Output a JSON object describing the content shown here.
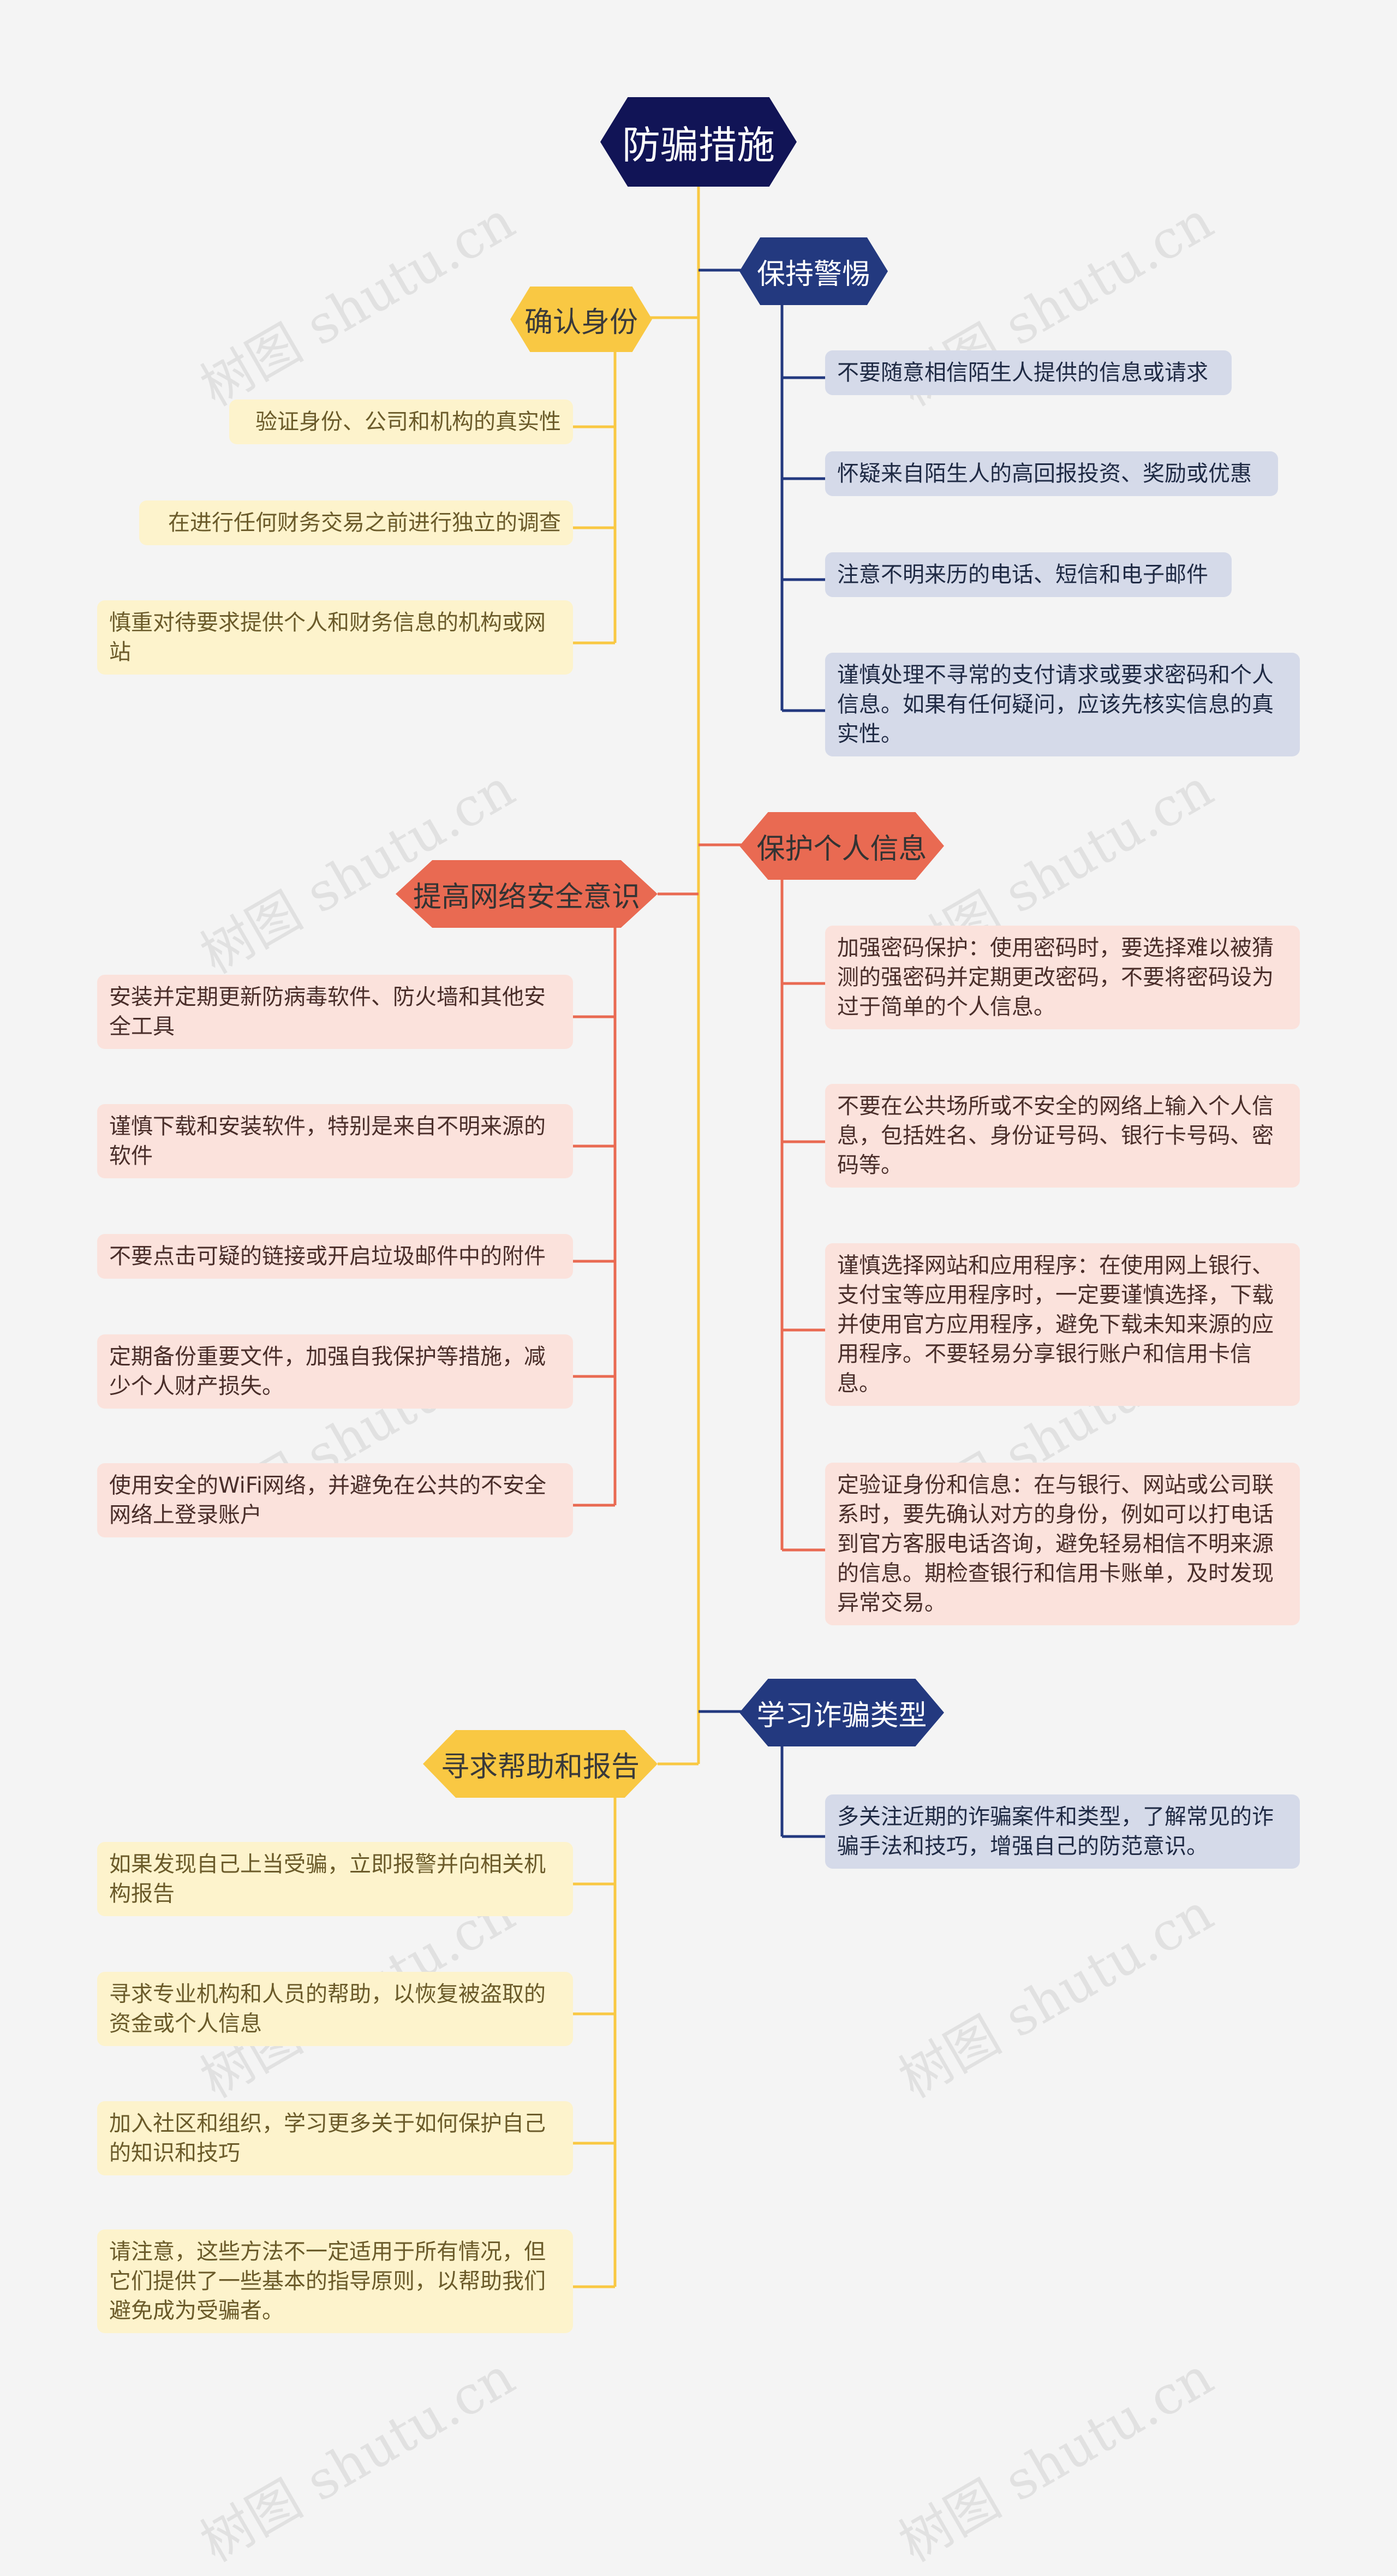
{
  "root": {
    "label": "防骗措施"
  },
  "branches": [
    {
      "label": "确认身份",
      "color": "yellow",
      "items": [
        "验证身份、公司和机构的真实性",
        "在进行任何财务交易之前进行独立的调查",
        "慎重对待要求提供个人和财务信息的机构或网站"
      ]
    },
    {
      "label": "保持警惕",
      "color": "navy",
      "items": [
        "不要随意相信陌生人提供的信息或请求",
        "怀疑来自陌生人的高回报投资、奖励或优惠",
        "注意不明来历的电话、短信和电子邮件",
        "谨慎处理不寻常的支付请求或要求密码和个人信息。如果有任何疑问，应该先核实信息的真实性。"
      ]
    },
    {
      "label": "保护个人信息",
      "color": "red",
      "items": [
        "加强密码保护：使用密码时，要选择难以被猜测的强密码并定期更改密码，不要将密码设为过于简单的个人信息。",
        "不要在公共场所或不安全的网络上输入个人信息，包括姓名、身份证号码、银行卡号码、密码等。",
        "谨慎选择网站和应用程序：在使用网上银行、支付宝等应用程序时，一定要谨慎选择，下载并使用官方应用程序，避免下载未知来源的应用程序。不要轻易分享银行账户和信用卡信息。",
        "定验证身份和信息：在与银行、网站或公司联系时，要先确认对方的身份，例如可以打电话到官方客服电话咨询，避免轻易相信不明来源的信息。期检查银行和信用卡账单，及时发现异常交易。"
      ]
    },
    {
      "label": "提高网络安全意识",
      "color": "red",
      "items": [
        "安装并定期更新防病毒软件、防火墙和其他安全工具",
        "谨慎下载和安装软件，特别是来自不明来源的软件",
        "不要点击可疑的链接或开启垃圾邮件中的附件",
        "定期备份重要文件，加强自我保护等措施，减少个人财产损失。",
        "使用安全的WiFi网络，并避免在公共的不安全网络上登录账户"
      ]
    },
    {
      "label": "学习诈骗类型",
      "color": "navy",
      "items": [
        "多关注近期的诈骗案件和类型，了解常见的诈骗手法和技巧，增强自己的防范意识。"
      ]
    },
    {
      "label": "寻求帮助和报告",
      "color": "yellow",
      "items": [
        "如果发现自己上当受骗，立即报警并向相关机构报告",
        "寻求专业机构和人员的帮助，以恢复被盗取的资金或个人信息",
        "加入社区和组织，学习更多关于如何保护自己的知识和技巧",
        "请注意，这些方法不一定适用于所有情况，但它们提供了一些基本的指导原则，以帮助我们避免成为受骗者。"
      ]
    }
  ],
  "watermark": "树图 shutu.cn",
  "colors": {
    "root": "#111456",
    "yellow": "#f9c843",
    "navy": "#23397f",
    "red": "#e96a52",
    "background": "#f4f4f4"
  }
}
